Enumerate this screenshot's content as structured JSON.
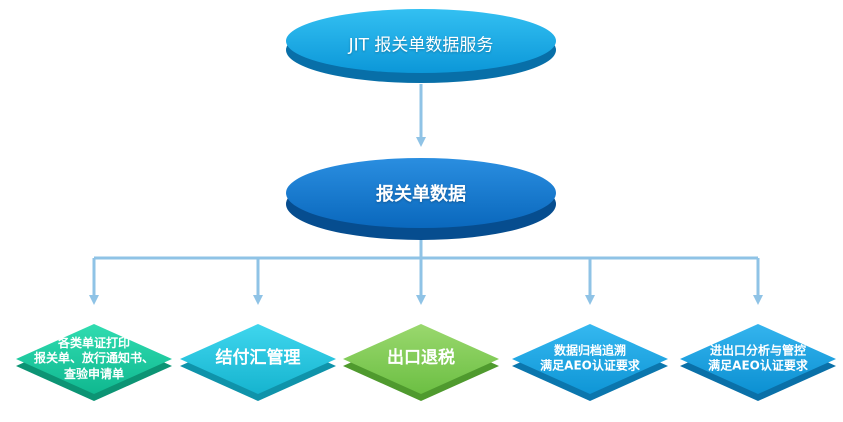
{
  "top_node": {
    "label": "JIT  报关单数据服务",
    "color": "#0ea4e2"
  },
  "middle_node": {
    "label": "报关单数据",
    "color": "#0b73c9"
  },
  "connector_color": "#8fc3e6",
  "leaf_nodes": [
    {
      "lines": [
        "各类单证打印",
        "报关单、放行通知书、",
        "查验申请单"
      ],
      "color": "#15c9a0"
    },
    {
      "lines": [
        "结付汇管理"
      ],
      "color": "#21c3dc"
    },
    {
      "lines": [
        "出口退税"
      ],
      "color": "#80cc58"
    },
    {
      "lines": [
        "数据归档追溯",
        "满足AEO认证要求"
      ],
      "color": "#17a6e5"
    },
    {
      "lines": [
        "进出口分析与管控",
        "满足AEO认证要求"
      ],
      "color": "#15a1e2"
    }
  ]
}
